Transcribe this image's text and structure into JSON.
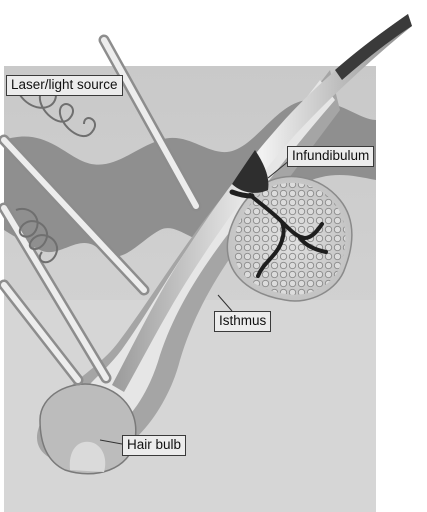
{
  "labels": {
    "laser_source": "Laser/light source",
    "infundibulum": "Infundibulum",
    "isthmus": "Isthmus",
    "hair_bulb": "Hair bulb"
  }
}
